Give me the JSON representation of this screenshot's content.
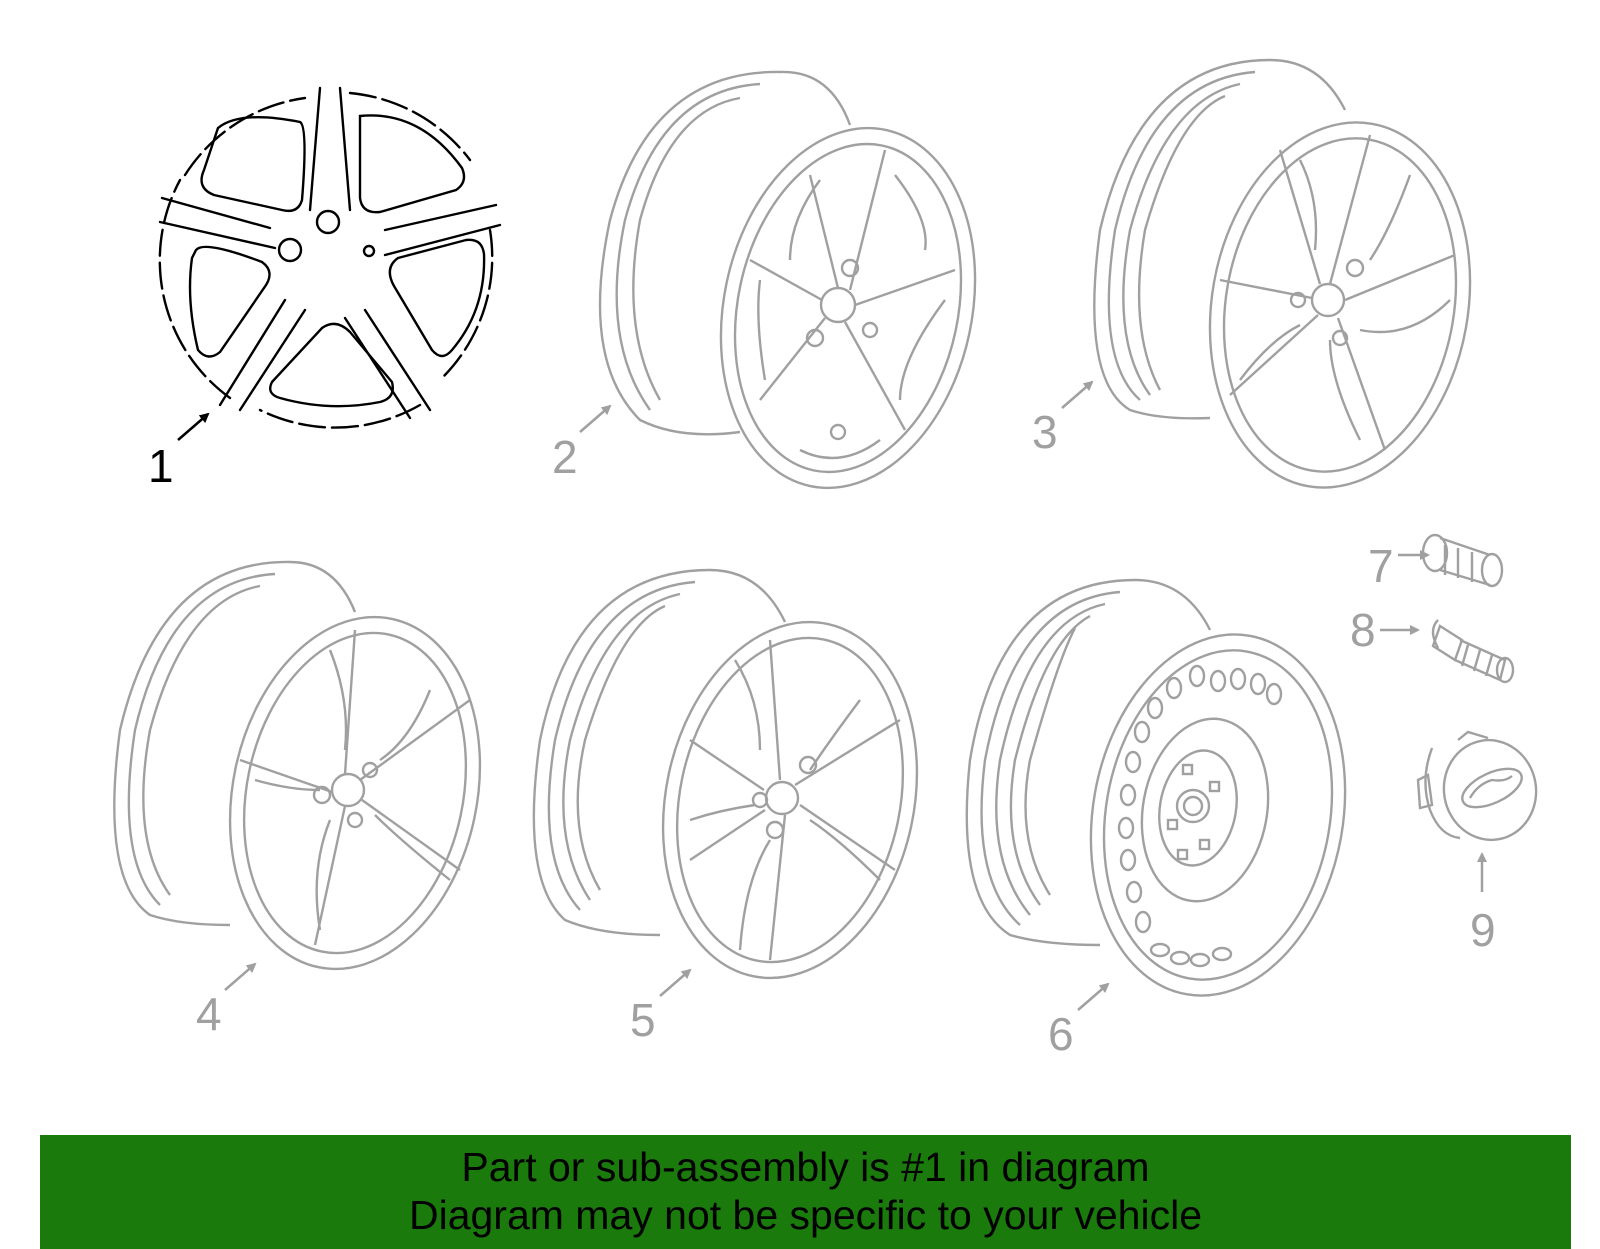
{
  "callouts": {
    "c1": "1",
    "c2": "2",
    "c3": "3",
    "c4": "4",
    "c5": "5",
    "c6": "6",
    "c7": "7",
    "c8": "8",
    "c9": "9"
  },
  "banner": {
    "line1": "Part or sub-assembly is #1 in diagram",
    "line2": "Diagram may not be specific to your vehicle"
  },
  "colors": {
    "highlight": "#000000",
    "faded": "#a0a0a0",
    "banner_bg": "#1a7a0c"
  }
}
